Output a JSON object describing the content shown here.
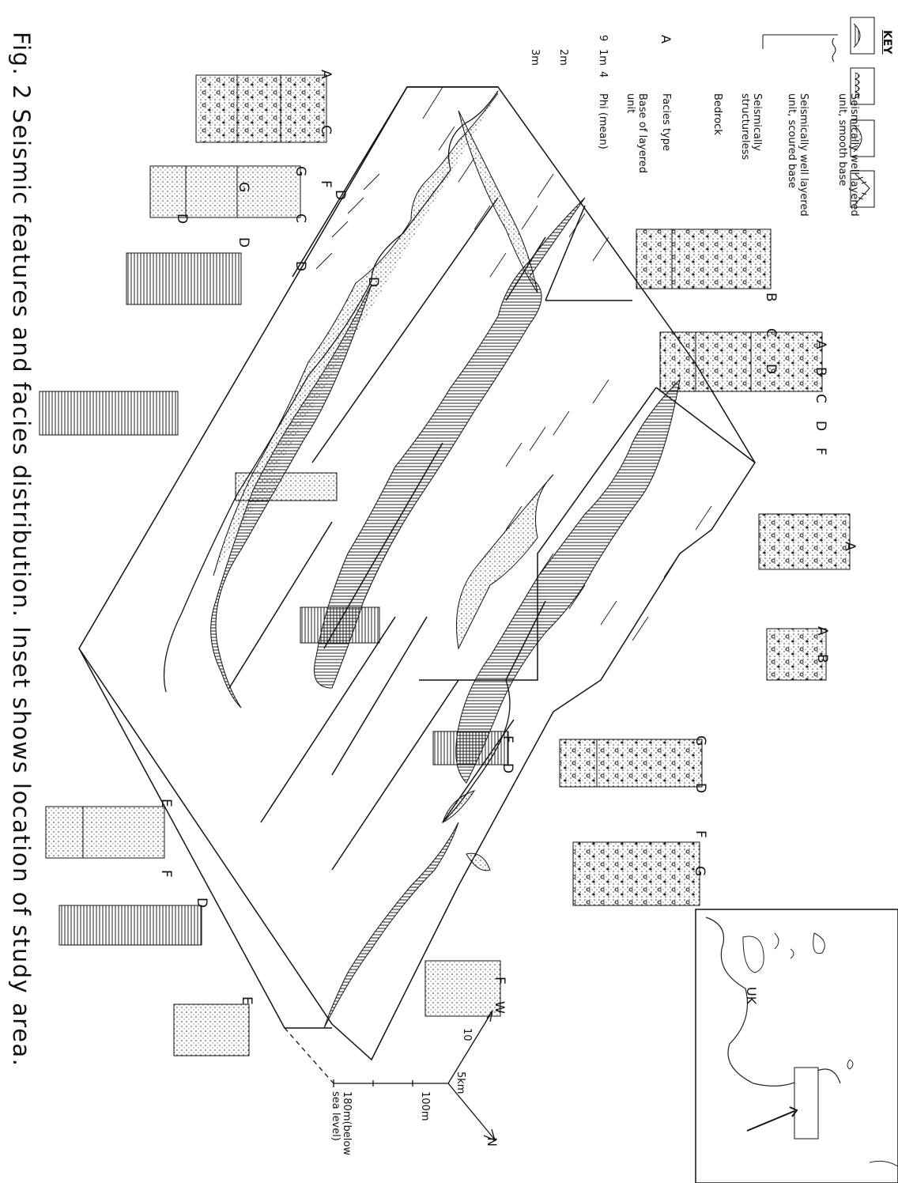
{
  "caption": "Fig. 2  Seismic features and facies distribution. Inset shows location of study area.",
  "key": {
    "title": "KEY",
    "items": [
      {
        "line1": "Seismically well layered",
        "line2": "unit, smooth base"
      },
      {
        "line1": "Seismically well layered",
        "line2": "unit, scoured base"
      },
      {
        "line1": "Seismically",
        "line2": "structureless"
      },
      {
        "line1": "Bedrock",
        "line2": ""
      },
      {
        "line1": "Facies type",
        "line2": ""
      },
      {
        "line1": "Base of layered",
        "line2": "unit"
      },
      {
        "line1": "Phi (mean)",
        "line2": ""
      }
    ],
    "facies_symbol": "A",
    "scale": {
      "m1": "1m",
      "m2": "2m",
      "m3": "3m",
      "phi9": "9",
      "phi4": "4"
    }
  },
  "inset": {
    "country_label": "UK"
  },
  "compass": {
    "w": "W",
    "n": "N",
    "ten": "10",
    "five_km": "5km"
  },
  "depth": {
    "d100": "100m",
    "d180_line1": "180m(below",
    "d180_line2": "sea level)"
  },
  "facies_labels": {
    "c1": [
      "A",
      "C",
      "F"
    ],
    "c2": [
      "G",
      "C",
      "D"
    ],
    "c3": [
      "G",
      "D"
    ],
    "c4": [
      "D"
    ],
    "c5": [
      "D"
    ],
    "c6": [
      "D"
    ],
    "c7": [
      "E",
      "F"
    ],
    "c8": [
      "D"
    ],
    "c9": [
      "E"
    ],
    "c10": [
      "B",
      "C",
      "D"
    ],
    "c11": [
      "A",
      "B",
      "C",
      "D",
      "F"
    ],
    "c12": [
      "A"
    ],
    "c13": [
      "A",
      "B"
    ],
    "c14": [
      "F",
      "D"
    ],
    "c15": [
      "G",
      "D",
      "F"
    ],
    "c16": [
      "G"
    ],
    "c17": [
      "F"
    ]
  }
}
